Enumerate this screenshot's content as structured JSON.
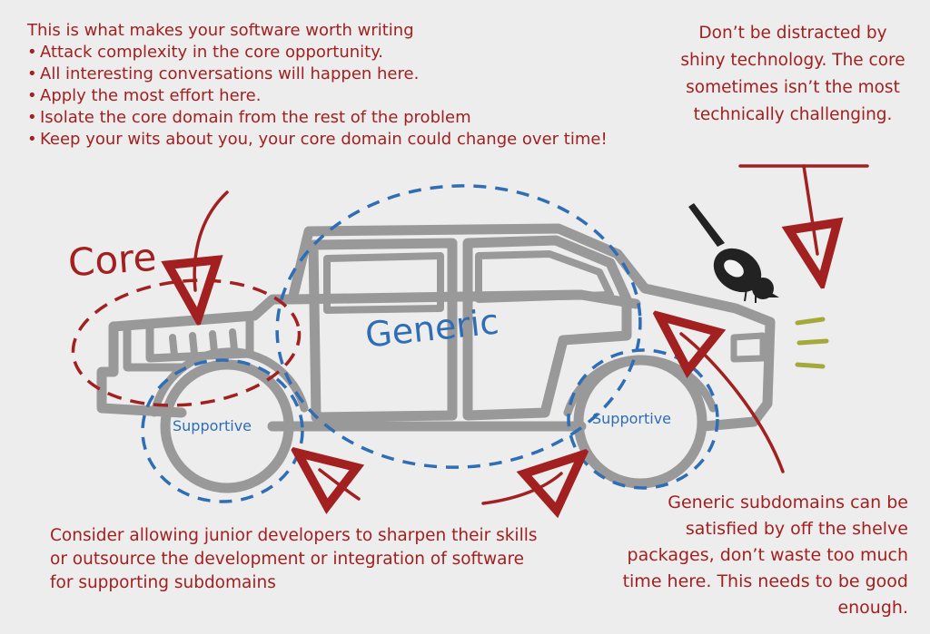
{
  "core_note": {
    "heading": "This is what makes your software worth writing",
    "bullets": [
      "Attack complexity in the core opportunity.",
      "All interesting conversations will happen here.",
      "Apply the most effort here.",
      "Isolate the core domain from the rest of the problem",
      "Keep your wits about you, your core domain could change over time!"
    ]
  },
  "tech_tip": "Don’t be distracted by shiny technology. The core sometimes isn’t the most technically challenging.",
  "labels": {
    "core": "Core",
    "generic": "Generic",
    "supportive_left": "Supportive",
    "supportive_right": "Supportive"
  },
  "junior_note": "Consider allowing junior developers to sharpen their skills or outsource the development or integration of software for supporting subdomains",
  "generic_note": "Generic subdomains can be satisfied by off the shelve packages, don’t waste too much time here. This needs to be good enough.",
  "colors": {
    "red": "#a32020",
    "blue": "#2f6db5",
    "car_gray": "#999999",
    "olive": "#a5a83a",
    "background": "#ededed"
  }
}
